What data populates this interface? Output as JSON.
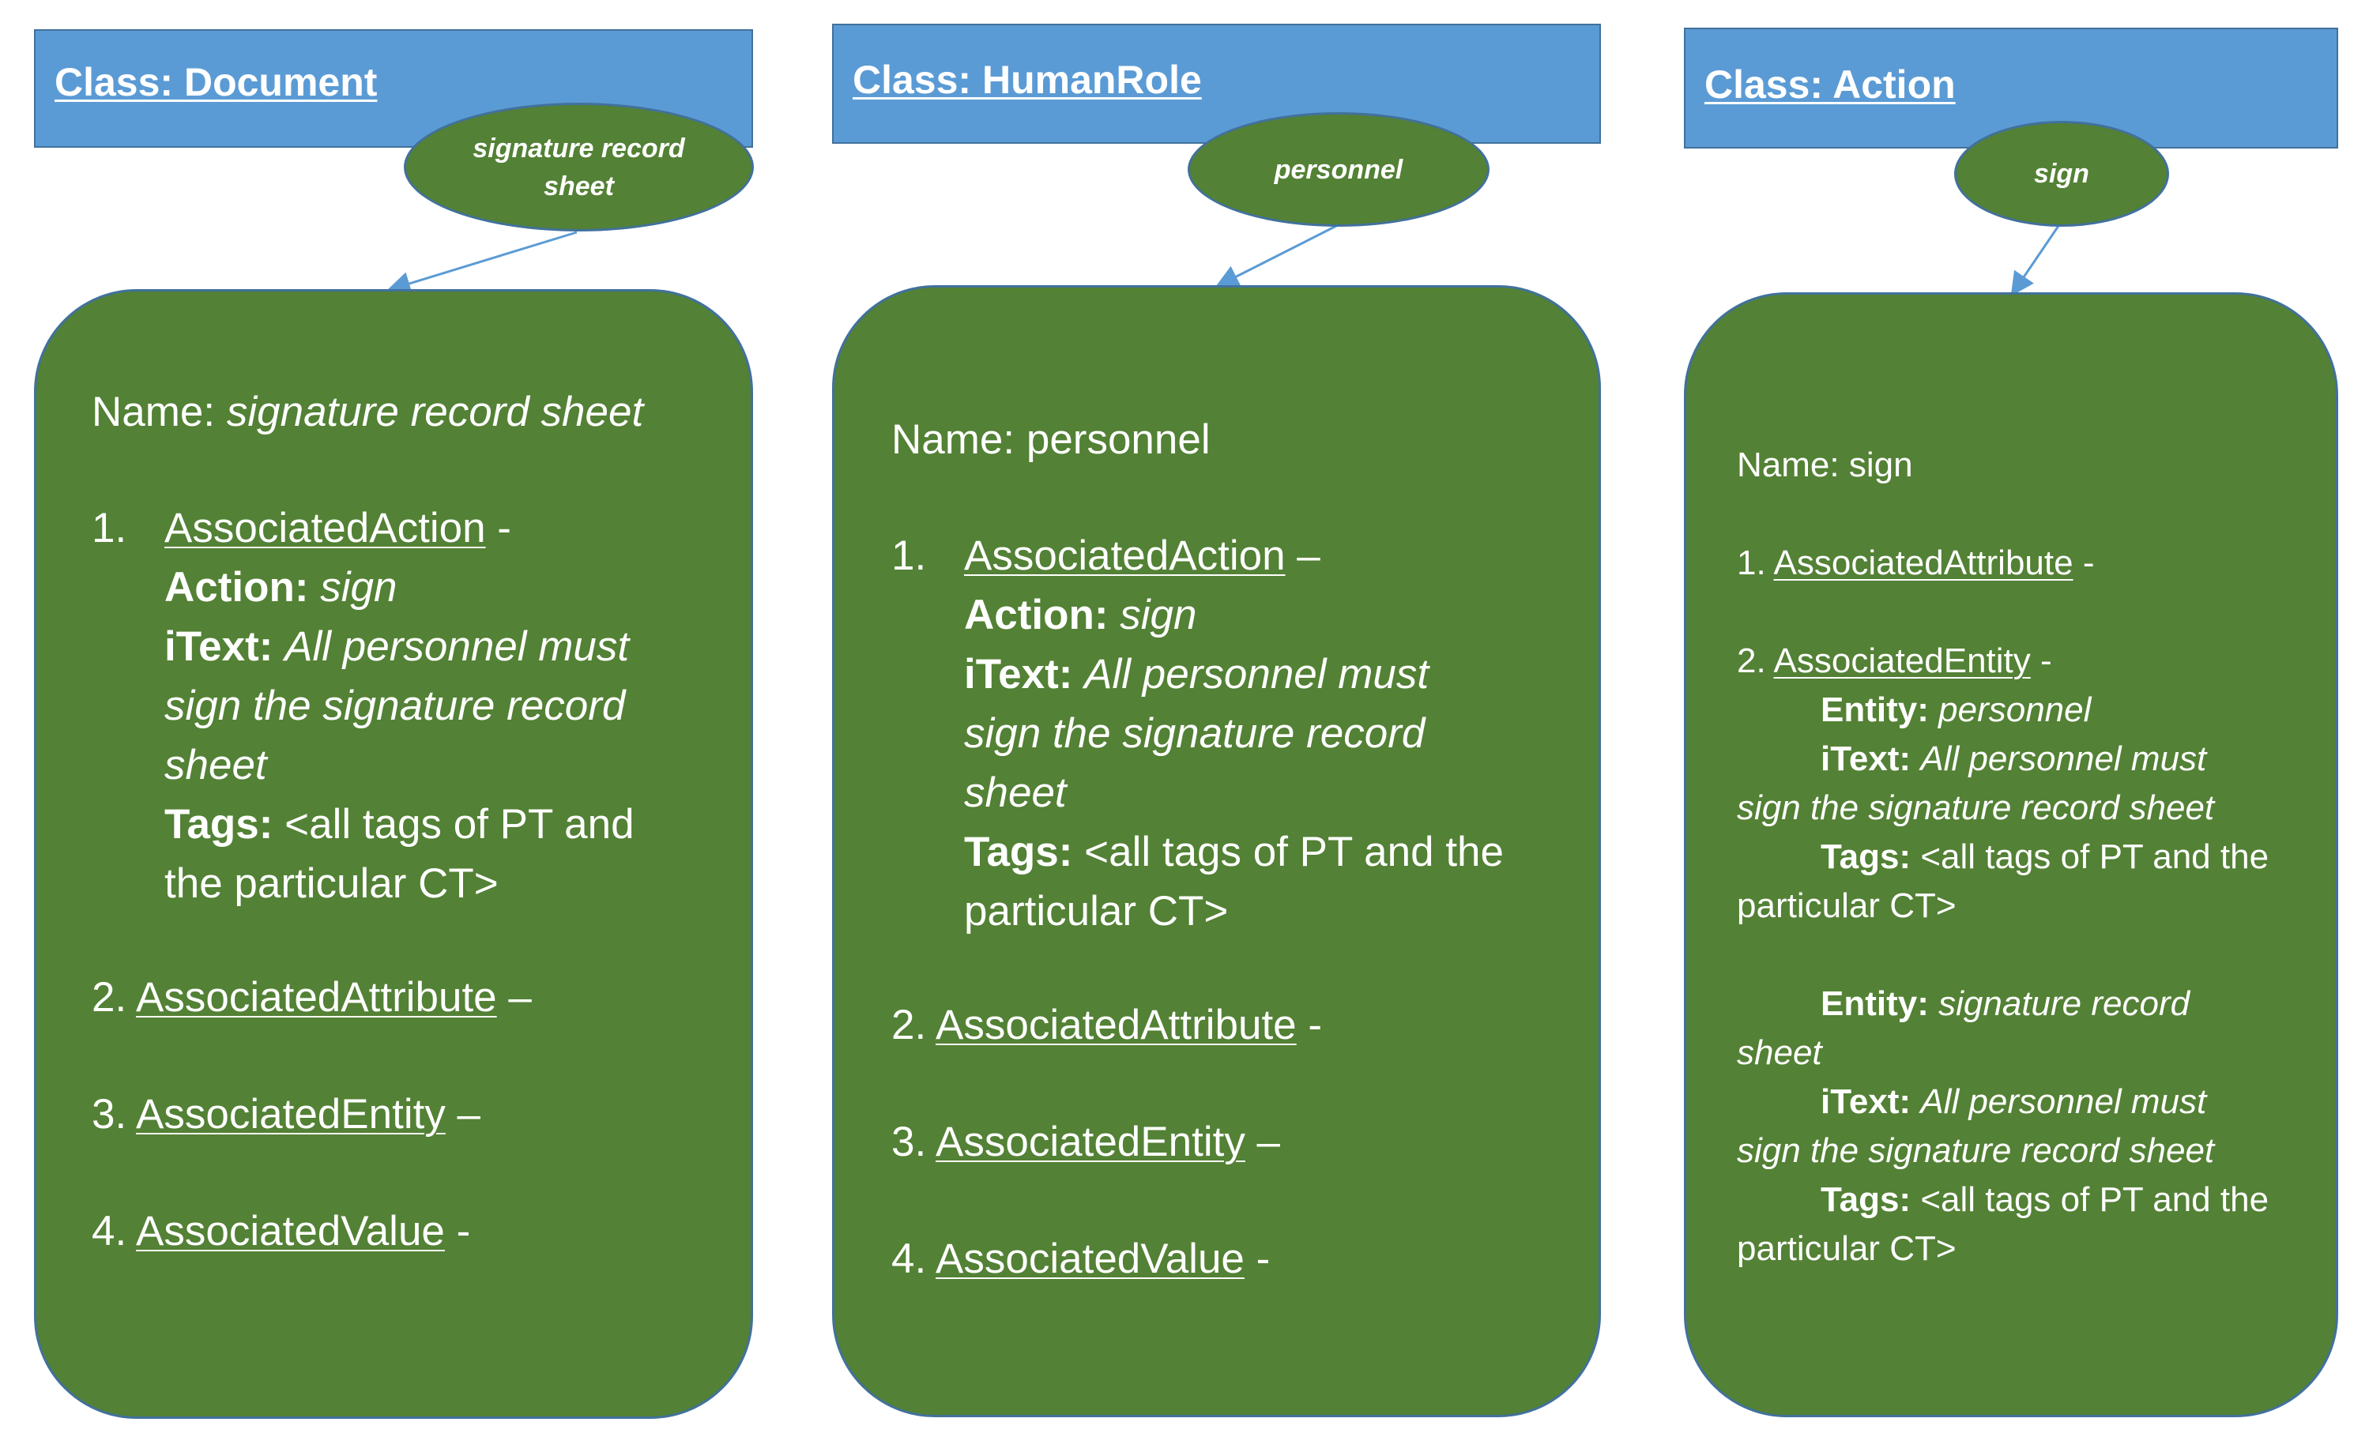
{
  "classes": [
    {
      "header": "Class: Document",
      "oval": "signature record sheet",
      "box": {
        "name_label": "Name:",
        "name_value": "signature record sheet",
        "item1": {
          "number": "1.",
          "link": "AssociatedAction",
          "dash": " -",
          "action_label": "Action:",
          "action_value": "sign",
          "itext_label": "iText:",
          "itext_line1": "All personnel must",
          "itext_line2": "sign the signature record",
          "itext_line3": "sheet",
          "tags_label": "Tags:",
          "tags_line1": "<all tags of PT and",
          "tags_line2": "the particular CT>"
        },
        "item2": {
          "number": "2.",
          "link": "AssociatedAttribute",
          "dash": " –"
        },
        "item3": {
          "number": "3.",
          "link": "AssociatedEntity",
          "dash": " –"
        },
        "item4": {
          "number": "4.",
          "link": "AssociatedValue",
          "dash": " -"
        }
      }
    },
    {
      "header": "Class: HumanRole",
      "oval": "personnel",
      "box": {
        "name_label": "Name:",
        "name_value": "personnel",
        "item1": {
          "number": "1.",
          "link": "AssociatedAction",
          "dash": " –",
          "action_label": "Action:",
          "action_value": "sign",
          "itext_label": "iText:",
          "itext_line1": "All personnel must",
          "itext_line2": "sign the signature record",
          "itext_line3": "sheet",
          "tags_label": "Tags:",
          "tags_line1": "<all tags of PT and the",
          "tags_line2": "particular CT>"
        },
        "item2": {
          "number": "2.",
          "link": "AssociatedAttribute",
          "dash": " -"
        },
        "item3": {
          "number": "3.",
          "link": "AssociatedEntity",
          "dash": " –"
        },
        "item4": {
          "number": "4.",
          "link": "AssociatedValue",
          "dash": " -"
        }
      }
    },
    {
      "header": "Class: Action",
      "oval": "sign",
      "box": {
        "name_label": "Name:",
        "name_value": "sign",
        "item1": {
          "number": "1.",
          "link": "AssociatedAttribute",
          "dash": " -"
        },
        "item2": {
          "number": "2.",
          "link": "AssociatedEntity",
          "dash": " -"
        },
        "entity1": {
          "entity_label": "Entity:",
          "entity_value": "personnel",
          "itext_label": "iText:",
          "itext_line1": "All personnel must",
          "itext_line2": "sign the signature record sheet",
          "tags_label": "Tags:",
          "tags_line1": "<all tags of PT and the",
          "tags_line2": "particular CT>"
        },
        "entity2": {
          "entity_label": "Entity:",
          "entity_value_line1": "signature record",
          "entity_value_line2": "sheet",
          "itext_label": "iText:",
          "itext_line1": "All personnel must",
          "itext_line2": "sign the signature record sheet",
          "tags_label": "Tags:",
          "tags_line1": "<all tags of PT and the",
          "tags_line2": "particular CT>"
        }
      }
    }
  ],
  "colors": {
    "header_fill": "#5b9bd5",
    "header_border": "#41719c",
    "box_fill": "#538135",
    "arrow": "#5b9bd5",
    "text": "#ffffff"
  }
}
